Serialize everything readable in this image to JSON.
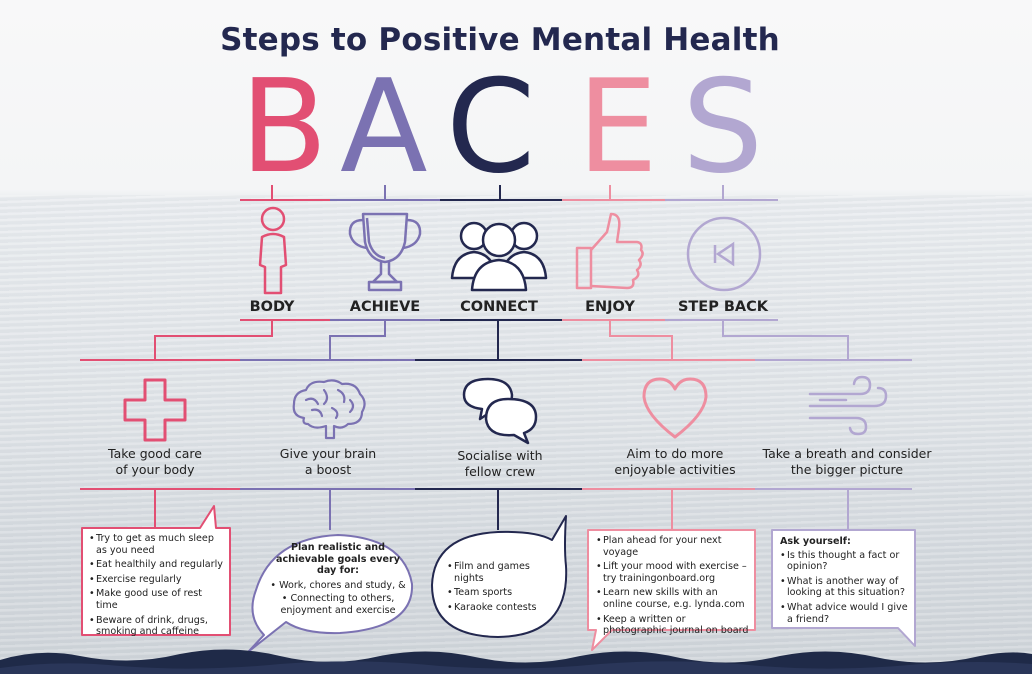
{
  "title": "Steps to Positive Mental Health",
  "letters": [
    {
      "char": "B",
      "color": "#e24f73"
    },
    {
      "char": "A",
      "color": "#7b72b2"
    },
    {
      "char": "C",
      "color": "#23284f"
    },
    {
      "char": "E",
      "color": "#ee8ea0"
    },
    {
      "char": "S",
      "color": "#b2a7d1"
    }
  ],
  "pillars": [
    {
      "label": "BODY",
      "icon": "person-icon"
    },
    {
      "label": "ACHIEVE",
      "icon": "trophy-icon"
    },
    {
      "label": "CONNECT",
      "icon": "group-icon"
    },
    {
      "label": "ENJOY",
      "icon": "thumbs-up-icon"
    },
    {
      "label": "STEP BACK",
      "icon": "step-back-icon"
    }
  ],
  "actions": [
    {
      "icon": "cross-icon",
      "line1": "Take good care",
      "line2": "of your body"
    },
    {
      "icon": "brain-icon",
      "line1": "Give your brain",
      "line2": "a boost"
    },
    {
      "icon": "chat-bubbles-icon",
      "line1": "Socialise with",
      "line2": "fellow crew"
    },
    {
      "icon": "heart-icon",
      "line1": "Aim to do more",
      "line2": "enjoyable activities"
    },
    {
      "icon": "wind-icon",
      "line1": "Take a breath and consider",
      "line2": "the bigger picture"
    }
  ],
  "bubbles": {
    "body": [
      "Try to get as much sleep as you need",
      "Eat healthily and regularly",
      "Exercise regularly",
      "Make good use of rest time",
      "Beware of drink, drugs, smoking and caffeine"
    ],
    "achieve": {
      "heading": "Plan realistic and achievable goals every day for:",
      "items": [
        "Work, chores and study, &",
        "Connecting to others, enjoyment and exercise"
      ]
    },
    "connect": [
      "Film and games nights",
      "Team sports",
      "Karaoke contests"
    ],
    "enjoy": [
      "Plan ahead for your next voyage",
      "Lift your mood with exercise – try trainingonboard.org",
      "Learn new skills with an online course, e.g. lynda.com",
      "Keep a written or photographic journal on board"
    ],
    "stepback": {
      "heading": "Ask yourself:",
      "items": [
        "Is this thought a fact or opinion?",
        "What is another way of looking at this situation?",
        "What advice would I give a friend?"
      ]
    }
  },
  "colors": {
    "pink": "#e24f73",
    "purple": "#7b72b2",
    "navy": "#23284f",
    "lightpink": "#ee8ea0",
    "lavender": "#b2a7d1",
    "wave": "#1f2a48"
  }
}
